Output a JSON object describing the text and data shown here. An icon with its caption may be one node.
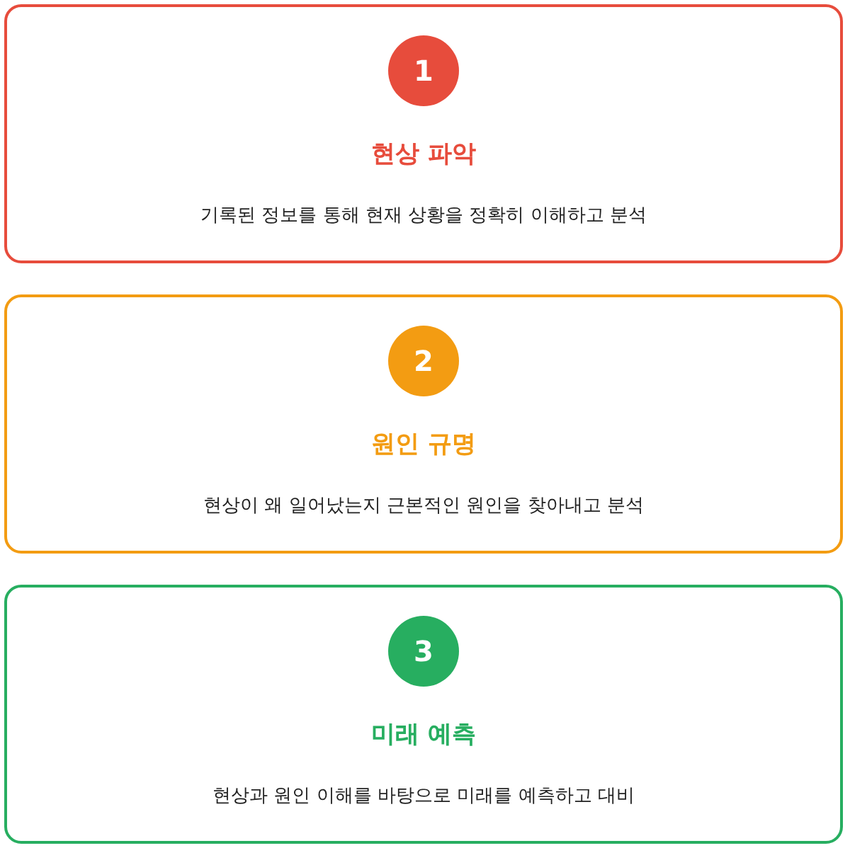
{
  "diagram": {
    "nodes": [
      {
        "text": [
          "현상 파악",
          "기록된 정보를 통해 현재 상황을 정확히 이해하고 분석"
        ]
      },
      {
        "text": [
          "1"
        ],
        "in": 0
      },
      {
        "text": [
          "원인 규명",
          "현상이 왜 일어났는지 근본적인 원인을 찾아내고 분석"
        ]
      },
      {
        "text": [
          "2"
        ],
        "in": 2
      },
      {
        "text": [
          "미래 예측",
          "현상과 원인 이해를 바탕으로 미래를 예측하고 대비"
        ]
      },
      {
        "text": [
          "3"
        ],
        "in": 4
      }
    ]
  }
}
